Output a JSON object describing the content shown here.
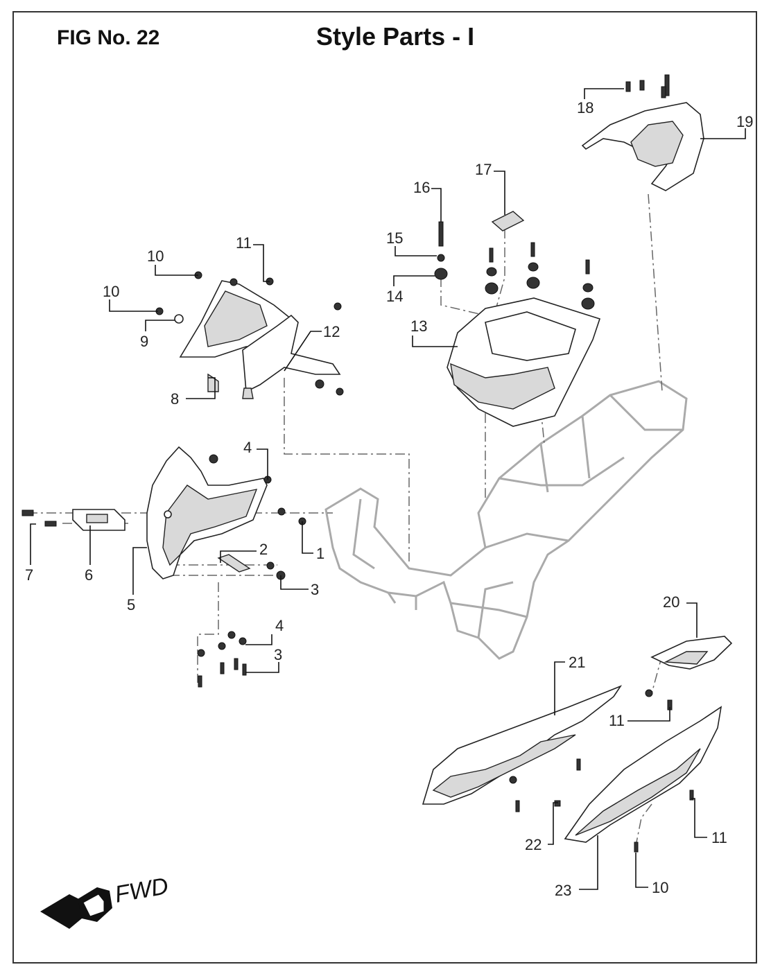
{
  "header": {
    "figure_number": "FIG No. 22",
    "title": "Style Parts - I"
  },
  "direction_indicator": {
    "label": "FWD",
    "icon": "forward-arrow-icon"
  },
  "callouts": [
    "1",
    "2",
    "3",
    "3",
    "4",
    "4",
    "5",
    "6",
    "7",
    "8",
    "9",
    "10",
    "10",
    "10",
    "11",
    "11",
    "11",
    "12",
    "13",
    "14",
    "15",
    "16",
    "17",
    "18",
    "19",
    "20",
    "21",
    "22",
    "23"
  ]
}
